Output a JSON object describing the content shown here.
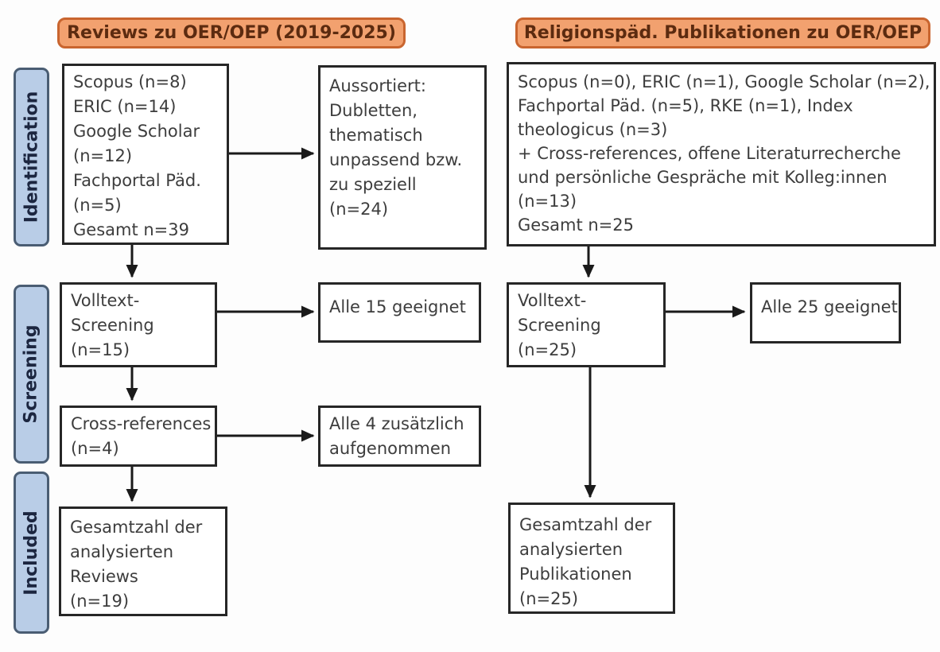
{
  "headers": {
    "left": "Reviews zu OER/OEP (2019-2025)",
    "right": "Religionspäd. Publikationen zu OER/OEP"
  },
  "sidebar": {
    "identification": "Identification",
    "screening": "Screening",
    "included": "Included"
  },
  "colors": {
    "header_fill": "#F2A16F",
    "header_border": "#C9652F",
    "header_text": "#5C2B10",
    "sidebar_fill": "#B9CDE7",
    "sidebar_border": "#4A5D73",
    "sidebar_text": "#1C2640",
    "box_border": "#262626",
    "box_text": "#3D3D3D",
    "arrow": "#1A1A1A"
  },
  "left": {
    "sources": {
      "lines": [
        "Scopus (n=8)",
        "ERIC (n=14)",
        "Google Scholar",
        "(n=12)",
        "Fachportal Päd.",
        "(n=5)",
        "Gesamt n=39"
      ]
    },
    "aussortiert": {
      "lines": [
        "Aussortiert:",
        "Dubletten,",
        "thematisch",
        "unpassend bzw.",
        "zu speziell",
        "(n=24)"
      ]
    },
    "volltext": {
      "lines": [
        "Volltext-",
        "Screening",
        "(n=15)"
      ]
    },
    "alle_geeignet": {
      "lines": [
        "Alle 15 geeignet"
      ]
    },
    "crossref": {
      "lines": [
        "Cross-references",
        "(n=4)"
      ]
    },
    "alle_zusaetzlich": {
      "lines": [
        "Alle 4 zusätzlich",
        "aufgenommen"
      ]
    },
    "gesamt": {
      "lines": [
        "Gesamtzahl der",
        "analysierten",
        "Reviews",
        "(n=19)"
      ]
    }
  },
  "right": {
    "sources": {
      "lines": [
        "Scopus (n=0), ERIC (n=1), Google Scholar (n=2),",
        "Fachportal Päd. (n=5), RKE (n=1), Index",
        "theologicus (n=3)",
        "+ Cross-references, offene Literaturrecherche",
        "und persönliche Gespräche mit Kolleg:innen",
        "(n=13)",
        "Gesamt n=25"
      ]
    },
    "volltext": {
      "lines": [
        "Volltext-",
        "Screening",
        "(n=25)"
      ]
    },
    "alle_geeignet": {
      "lines": [
        "Alle 25 geeignet"
      ]
    },
    "gesamt": {
      "lines": [
        "Gesamtzahl der",
        "analysierten",
        "Publikationen",
        "(n=25)"
      ]
    }
  }
}
